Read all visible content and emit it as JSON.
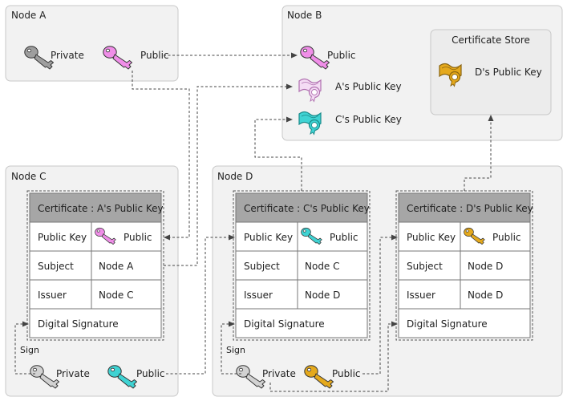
{
  "node_a": {
    "title": "Node A",
    "private_label": "Private",
    "public_label": "Public"
  },
  "node_b": {
    "title": "Node B",
    "public_label": "Public",
    "a_cert_label": "A's Public Key",
    "c_cert_label": "C's Public Key",
    "store": {
      "title": "Certificate Store",
      "d_cert_label": "D's Public Key"
    }
  },
  "node_c": {
    "title": "Node C",
    "sign_label": "Sign",
    "private_label": "Private",
    "public_label": "Public",
    "certificate": {
      "header": "Certificate : A's Public Key",
      "public_key_label": "Public Key",
      "public_key_value": "Public",
      "subject_label": "Subject",
      "subject_value": "Node A",
      "issuer_label": "Issuer",
      "issuer_value": "Node C",
      "signature_label": "Digital Signature"
    }
  },
  "node_d": {
    "title": "Node D",
    "sign_label": "Sign",
    "private_label": "Private",
    "public_label": "Public",
    "certificate_c": {
      "header": "Certificate : C's Public Key",
      "public_key_label": "Public Key",
      "public_key_value": "Public",
      "subject_label": "Subject",
      "subject_value": "Node C",
      "issuer_label": "Issuer",
      "issuer_value": "Node D",
      "signature_label": "Digital Signature"
    },
    "certificate_d": {
      "header": "Certificate : D's Public Key",
      "public_key_label": "Public Key",
      "public_key_value": "Public",
      "subject_label": "Subject",
      "subject_value": "Node D",
      "issuer_label": "Issuer",
      "issuer_value": "Node D",
      "signature_label": "Digital Signature"
    }
  },
  "colors": {
    "key_gray": "#9e9e9e",
    "key_pink": "#f08ee8",
    "key_cyan": "#3fd3d3",
    "key_gold": "#e5a91c",
    "header_gray": "#a6a6a6",
    "node_bg": "#f2f2f2"
  },
  "icons": {
    "key": "key-icon",
    "certificate": "certificate-icon"
  }
}
